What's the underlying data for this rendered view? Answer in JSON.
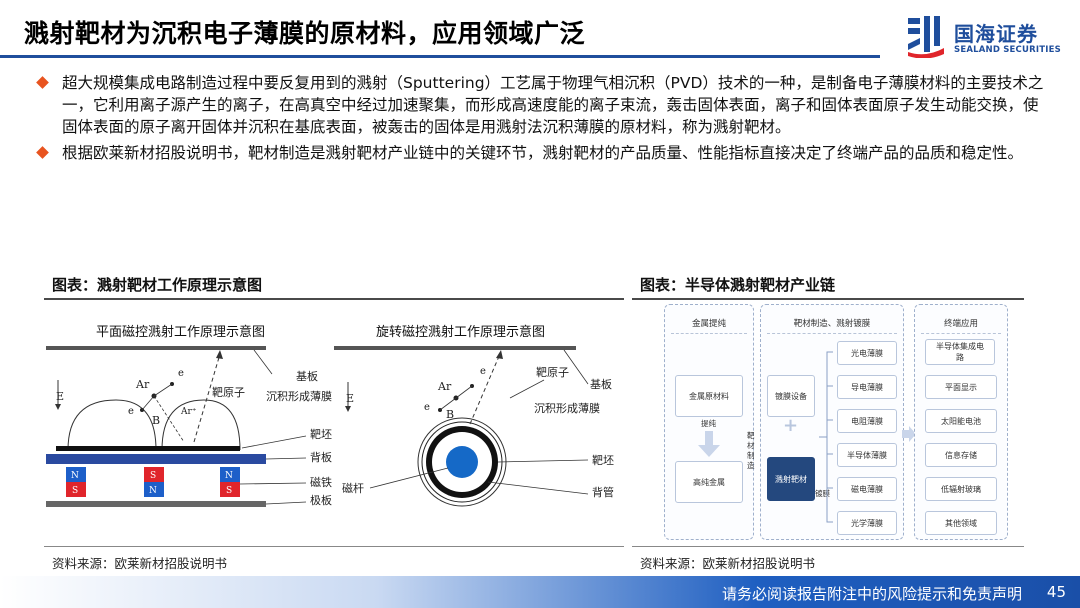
{
  "header": {
    "title": "溅射靶材为沉积电子薄膜的原材料，应用领域广泛",
    "logo_cn": "国海证券",
    "logo_en": "SEALAND SECURITIES"
  },
  "bullets": [
    "超大规模集成电路制造过程中要反复用到的溅射（Sputtering）工艺属于物理气相沉积（PVD）技术的一种，是制备电子薄膜材料的主要技术之一，它利用离子源产生的离子，在高真空中经过加速聚集，而形成高速度能的离子束流，轰击固体表面，离子和固体表面原子发生动能交换，使固体表面的原子离开固体并沉积在基底表面，被轰击的固体是用溅射法沉积薄膜的原材料，称为溅射靶材。",
    "根据欧莱新材招股说明书，靶材制造是溅射靶材产业链中的关键环节，溅射靶材的产品质量、性能指标直接决定了终端产品的品质和稳定性。"
  ],
  "figure_left": {
    "title": "图表：溅射靶材工作原理示意图",
    "source": "资料来源：欧莱新材招股说明书",
    "planar": {
      "heading": "平面磁控溅射工作原理示意图",
      "labels": {
        "E": "E",
        "Ar": "Ar",
        "e1": "e",
        "e2": "e",
        "B": "B",
        "Ar_plus": "Ar⁺",
        "target_atom": "靶原子",
        "substrate": "基板",
        "deposit": "沉积形成薄膜",
        "target": "靶坯",
        "backplate": "背板",
        "magnet": "磁铁",
        "pole": "极板",
        "N": "N",
        "S": "S"
      }
    },
    "rotary": {
      "heading": "旋转磁控溅射工作原理示意图",
      "labels": {
        "E": "E",
        "Ar": "Ar",
        "e1": "e",
        "e2": "e",
        "B": "B",
        "target_atom": "靶原子",
        "substrate": "基板",
        "deposit": "沉积形成薄膜",
        "target": "靶坯",
        "tube": "背管",
        "rod": "磁杆"
      }
    }
  },
  "figure_right": {
    "title": "图表：半导体溅射靶材产业链",
    "source": "资料来源：欧莱新材招股说明书",
    "col1": {
      "head": "金属提纯",
      "raw": "金属原材料",
      "purify": "提纯",
      "pure": "高纯金属"
    },
    "col2": {
      "head": "靶材制造、溅射镀膜",
      "coating_equipment": "镀膜设备",
      "plus": "+",
      "target_process": "靶材制造",
      "target": "溅射靶材",
      "coating": "镀膜",
      "films": [
        "光电薄膜",
        "导电薄膜",
        "电阻薄膜",
        "半导体薄膜",
        "磁电薄膜",
        "光学薄膜"
      ]
    },
    "col3": {
      "head": "终端应用",
      "apps": [
        "半导体集成电路",
        "平面显示",
        "太阳能电池",
        "信息存储",
        "低辐射玻璃",
        "其他领域"
      ]
    }
  },
  "footer": {
    "disclaimer": "请务必阅读报告附注中的风险提示和免责声明",
    "page": "45"
  },
  "colors": {
    "brand_blue": "#1f4e9c",
    "bullet_orange": "#e8541f",
    "magnet_blue": "#1d5fc9",
    "magnet_red": "#e0252b"
  }
}
